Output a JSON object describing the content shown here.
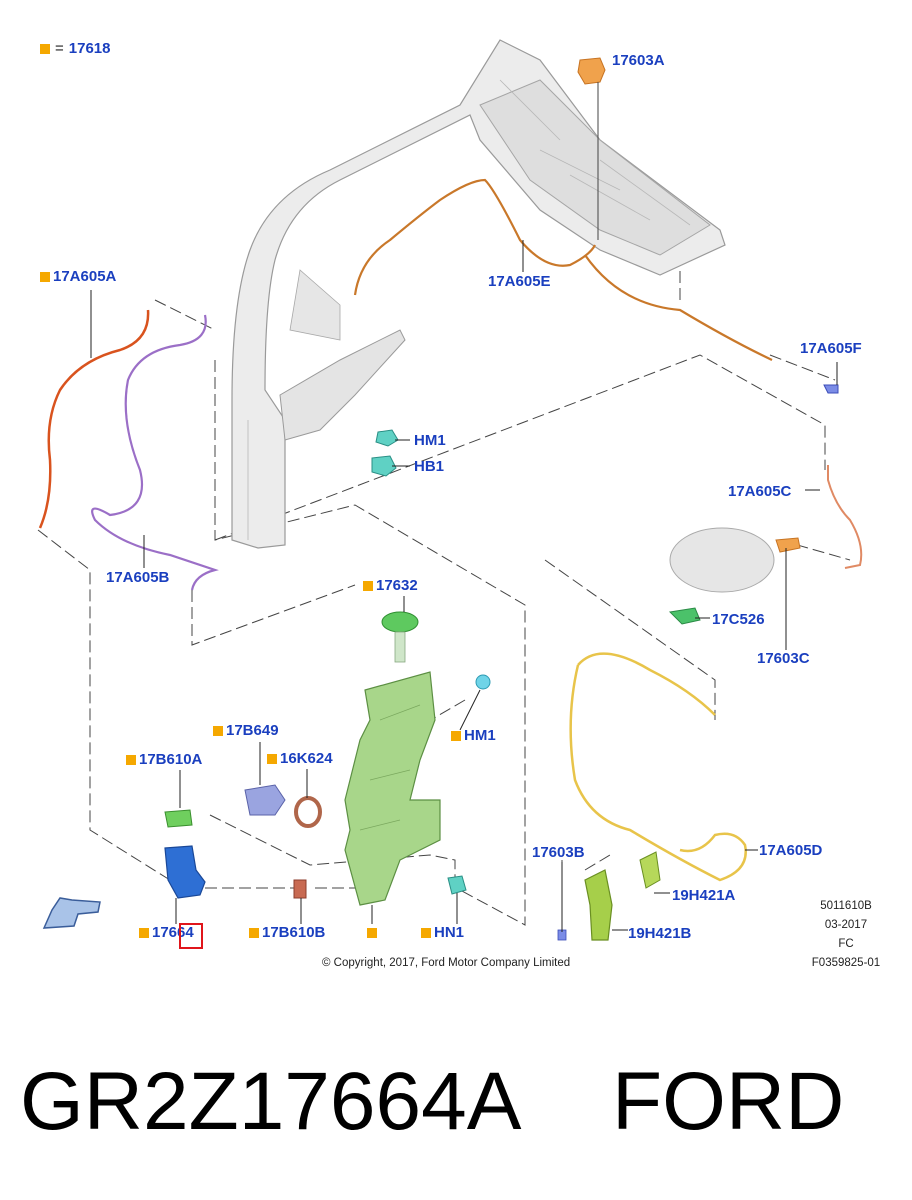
{
  "legend": {
    "symbol_color": "#f5a800",
    "equals": "=",
    "code": "17618"
  },
  "labels": {
    "l_17603A": "17603A",
    "l_17A605A": "17A605A",
    "l_17A605E": "17A605E",
    "l_17A605F": "17A605F",
    "l_HM1_top": "HM1",
    "l_HB1": "HB1",
    "l_17A605C": "17A605C",
    "l_17A605B": "17A605B",
    "l_17632": "17632",
    "l_17C526": "17C526",
    "l_17603C": "17603C",
    "l_HM1_mid": "HM1",
    "l_17B649": "17B649",
    "l_17B610A": "17B610A",
    "l_16K624": "16K624",
    "l_17603B": "17603B",
    "l_17A605D": "17A605D",
    "l_19H421A": "19H421A",
    "l_19H421B": "19H421B",
    "l_17664_a": "176",
    "l_17664_b": "64",
    "l_17B610B": "17B610B",
    "l_HN1": "HN1"
  },
  "meta": {
    "line1": "5011610B",
    "line2": "03-2017",
    "line3": "FC",
    "line4": "F0359825-01"
  },
  "copyright": "© Copyright, 2017, Ford Motor Company Limited",
  "footer": {
    "part_number": "GR2Z17664A",
    "brand": "FORD"
  },
  "colors": {
    "label_blue": "#1a3fbf",
    "marker_orange": "#f5a800",
    "highlight_red": "#e0151b",
    "hose_red": "#d9531e",
    "hose_purple": "#9b6fc7",
    "hose_orange": "#c9782a",
    "reservoir_green": "#a8d68a",
    "harness_yellow": "#e8c44a"
  }
}
